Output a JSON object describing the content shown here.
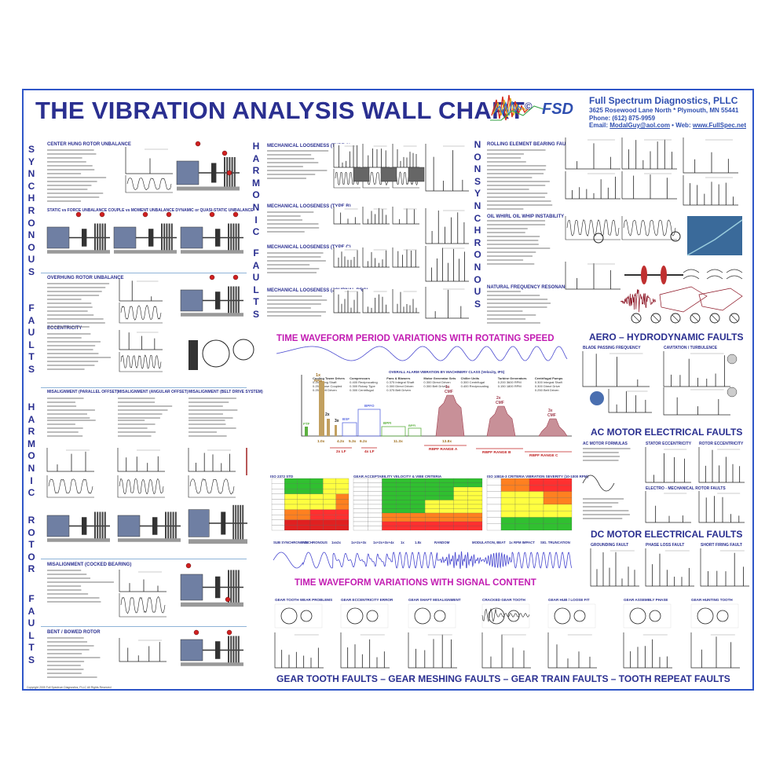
{
  "header": {
    "title": "THE VIBRATION ANALYSIS WALL CHART",
    "copyright_mark": "©",
    "company": "Full Spectrum Diagnostics, PLLC",
    "address": "3625 Rosewood Lane North * Plymouth, MN 55441",
    "phone_label": "Phone: (612) 875-9959",
    "email_label": "Email:",
    "email": "ModalGuy@aol.com",
    "web_label": "Web:",
    "web": "www.FullSpec.net",
    "logo_text": "FSD"
  },
  "side_labels": {
    "synchronous": "SYNCHRONOUS",
    "faults": "FAULTS",
    "harmonic": "HARMONIC",
    "rotor": "ROTOR",
    "harmonic_faults_col2": "HARMONIC",
    "faults_col2": "FAULTS",
    "nonsynchronous": "NONSYNCHRONOUS"
  },
  "section_heads": {
    "center_unbalance": "CENTER HUNG ROTOR UNBALANCE",
    "static_couple": "STATIC vs FORCE UNBALANCE   COUPLE vs MOMENT UNBALANCE   DYNAMIC or QUASI-STATIC UNBALANCE",
    "overhung": "OVERHUNG ROTOR UNBALANCE",
    "eccentricity": "ECCENTRICITY",
    "misalign_1": "MISALIGNMENT (PARALLEL OFFSET)",
    "misalign_2": "MISALIGNMENT (ANGULAR OFFSET)",
    "misalign_3": "MISALIGNMENT (BELT DRIVE SYSTEM)",
    "misalign_cocked": "MISALIGNMENT (COCKED BEARING)",
    "bent_rotor": "BENT / BOWED ROTOR",
    "mech_a": "MECHANICAL LOOSENESS (TYPE A)",
    "mech_b": "MECHANICAL LOOSENESS (TYPE B)",
    "mech_c": "MECHANICAL LOOSENESS (TYPE C)",
    "mech_journal": "MECHANICAL LOOSENESS (JOURNAL BRG)",
    "rolling_bearing": "ROLLING ELEMENT BEARING FAULTS",
    "oil_whirl": "OIL WHIRL   OIL WHIP INSTABILITY",
    "natural_freq": "NATURAL FREQUENCY RESONANCE",
    "blade_pass": "BLADE PASSING FREQUENCY",
    "cavitation": "CAVITATION / TURBULENCE",
    "ac_formula": "AC MOTOR FORMULAS",
    "stator_ecc": "STATOR ECCENTRICITY",
    "rotor_ecc": "ROTOR ECCENTRICITY",
    "rotor_faults": "ELECTRO - MECHANICAL ROTOR FAULTS",
    "grounding": "GROUNDING FAULT",
    "phase_loss": "PHASE LOSS FAULT",
    "short_firing": "SHORT FIRING FAULT",
    "gear_wear": "GEAR TOOTH WEAR PROBLEMS",
    "gear_ecc": "GEAR ECCENTRICITY ERROR",
    "gear_shaft": "GEAR SHAFT MISALIGNMENT",
    "cracked_tooth": "CRACKED GEAR TOOTH",
    "gear_backlash": "GEAR HUB / LOOSE FIT",
    "gear_assembly": "GEAR ASSEMBLY PHASE",
    "hunting_tooth": "GEAR HUNTING TOOTH",
    "alarm_title": "OVERALL ALARM VIBRATION BY MACHINERY CLASS (Velocity, IPS)",
    "iso_left": "ISO 2372 STD",
    "gear_table": "GEAR ACCEPTABILITY VELOCITY & VIBE CRITERIA",
    "iso_right": "ISO 10816-3 CRITERIA VIBRATION SEVERITY (10-1000 RPM)"
  },
  "bands": {
    "period": "TIME WAVEFORM PERIOD VARIATIONS WITH ROTATING SPEED",
    "aero": "AERO – HYDRODYNAMIC FAULTS",
    "ac_motor": "AC MOTOR ELECTRICAL FAULTS",
    "dc_motor": "DC MOTOR ELECTRICAL FAULTS",
    "signal": "TIME WAVEFORM VARIATIONS WITH SIGNAL CONTENT",
    "gear": "GEAR TOOTH FAULTS  –  GEAR MESHING FAULTS  –  GEAR TRAIN FAULTS  –  TOOTH REPEAT FAULTS"
  },
  "spectrum_labels": {
    "1x": "1x",
    "rpm": "RPM",
    "2x": "2x",
    "3x": "3x",
    "ftf": "FTF",
    "bsf": "BSF",
    "bpfo": "BPFO",
    "bpfi": "BPFI",
    "cmf1": "1x CMF",
    "cmf2": "2x CMF",
    "cmf3": "3x CMF",
    "bpfi_small": "BPFI",
    "ticks": [
      "1.0x",
      "4.2x",
      "5.3x",
      "6.2x",
      "11.3x",
      "13.8x"
    ],
    "range_lf1": "2x LF",
    "range_lf2": "4x LF",
    "rbpf_a": "RBPF RANGE A",
    "rbpf_b": "RBPF RANGE B",
    "rbpf_c": "RBPF RANGE C"
  },
  "signal_labels": [
    "SUB SYNCHRONOUS",
    "SYNCHRONOUS",
    "1x±2x",
    "1x+2x+3x",
    "1x+2x+3x+4x",
    "1x",
    "1.8x",
    "RANDOM",
    "MODULATION, BEAT",
    "1x RPM IMPACT",
    "SIG. TRUNCATION"
  ],
  "alarm_columns": [
    {
      "head": "Cooling Tower Drives",
      "rows": [
        "0.250  Long Shaft",
        "0.250  Close Coupled",
        "0.250  Belt Driven"
      ]
    },
    {
      "head": "Compressors",
      "rows": [
        "0.400  Reciprocating",
        "0.300  Rotary Type",
        "0.300  Centrifugal"
      ]
    },
    {
      "head": "Fans & Blowers",
      "rows": [
        "0.375  Integral Shaft",
        "0.300  Direct Driven",
        "0.375  Belt Driven"
      ]
    },
    {
      "head": "Motor Generator Sets",
      "rows": [
        "0.300  Direct Driven",
        "0.300  Belt Driven",
        ""
      ]
    },
    {
      "head": "Chiller Units",
      "rows": [
        "0.300  Centrifugal",
        "0.400  Reciprocating",
        ""
      ]
    },
    {
      "head": "Turbine Generators",
      "rows": [
        "0.200  3600 RPM",
        "0.150  1800 RPM",
        ""
      ]
    },
    {
      "head": "Centrifugal Pumps",
      "rows": [
        "0.300  Integral Shaft",
        "0.300  Direct Drive",
        "0.250  Belt Driven"
      ]
    }
  ],
  "footer": {
    "fine_print": "Copyright 2009 Full Spectrum Diagnostics, PLLC  All Rights Reserved"
  },
  "colors": {
    "border": "#2f56c8",
    "title": "#2a2f90",
    "band_magenta": "#c21cb2",
    "waveform": "#4a4ad0",
    "spectrum_tan": "#c2a060",
    "spectrum_maroon": "#a04050",
    "spectrum_green": "#5cb040",
    "spectrum_blue": "#5a6ae0"
  }
}
